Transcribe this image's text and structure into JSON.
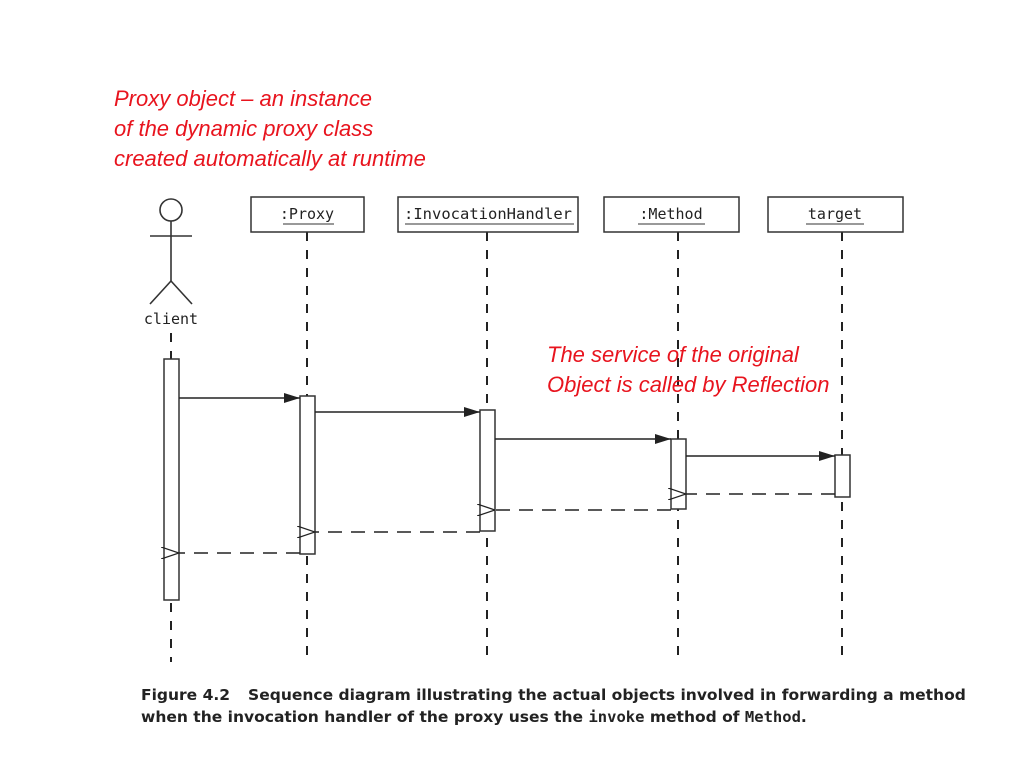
{
  "notes": {
    "proxy_object": [
      "Proxy object – an instance",
      "of the dynamic proxy class",
      "created automatically at runtime"
    ],
    "service_reflection": [
      "The service of the original",
      "Object is called by Reflection"
    ]
  },
  "diagram": {
    "actor_label": "client",
    "participants": [
      ":Proxy",
      ":InvocationHandler",
      ":Method",
      "target"
    ]
  },
  "caption": {
    "figure_label": "Figure 4.2",
    "line1": "Sequence diagram illustrating the actual objects involved in forwarding a method",
    "line2_start": "when the invocation handler of the proxy uses the ",
    "code_invoke": "invoke",
    "line2_mid": " method of ",
    "code_method": "Method",
    "line2_end": "."
  },
  "colors": {
    "annotation_text": "#e8141e",
    "diagram_ink": "#222222"
  }
}
